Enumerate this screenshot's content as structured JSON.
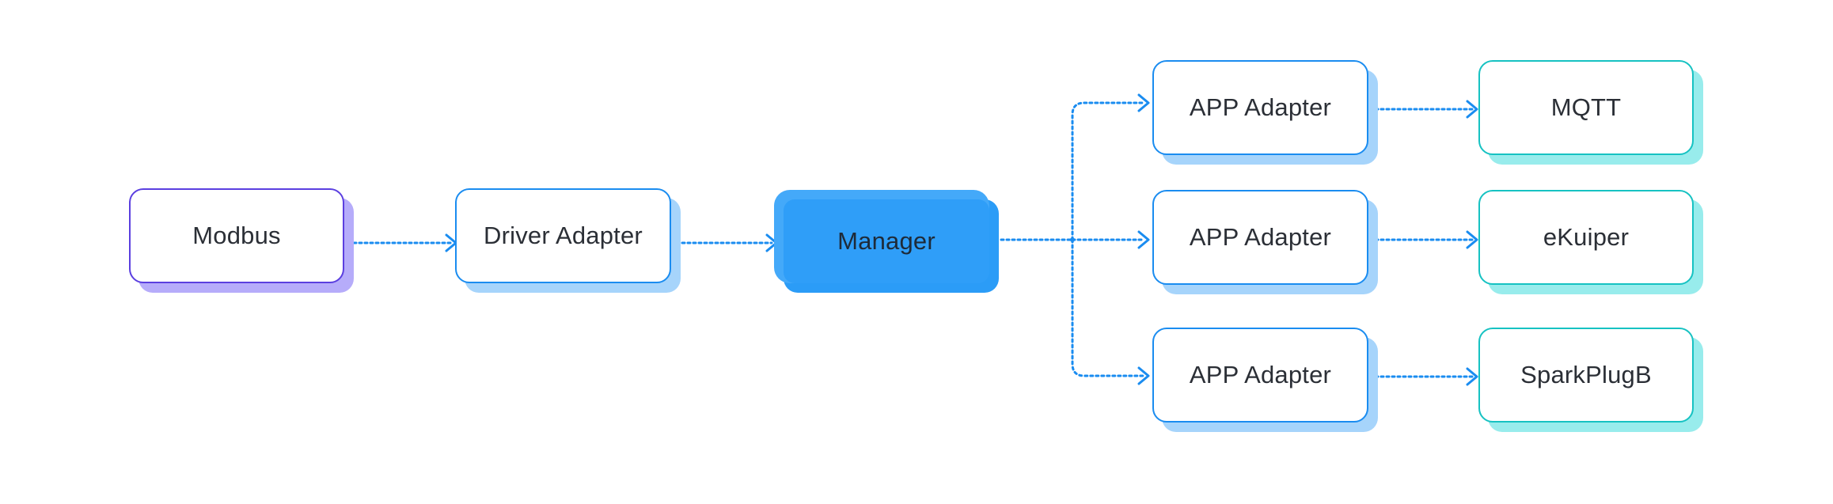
{
  "nodes": {
    "modbus": "Modbus",
    "driver_adapter": "Driver Adapter",
    "manager": "Manager",
    "app_adapter_1": "APP Adapter",
    "app_adapter_2": "APP Adapter",
    "app_adapter_3": "APP Adapter",
    "mqtt": "MQTT",
    "ekuiper": "eKuiper",
    "sparkplugb": "SparkPlugB"
  },
  "colors": {
    "connector": "#1a8cf0",
    "south": "#5b3fe0",
    "adapter": "#1a8cf0",
    "north": "#16c2c2",
    "manager": "#2f9ef8"
  }
}
